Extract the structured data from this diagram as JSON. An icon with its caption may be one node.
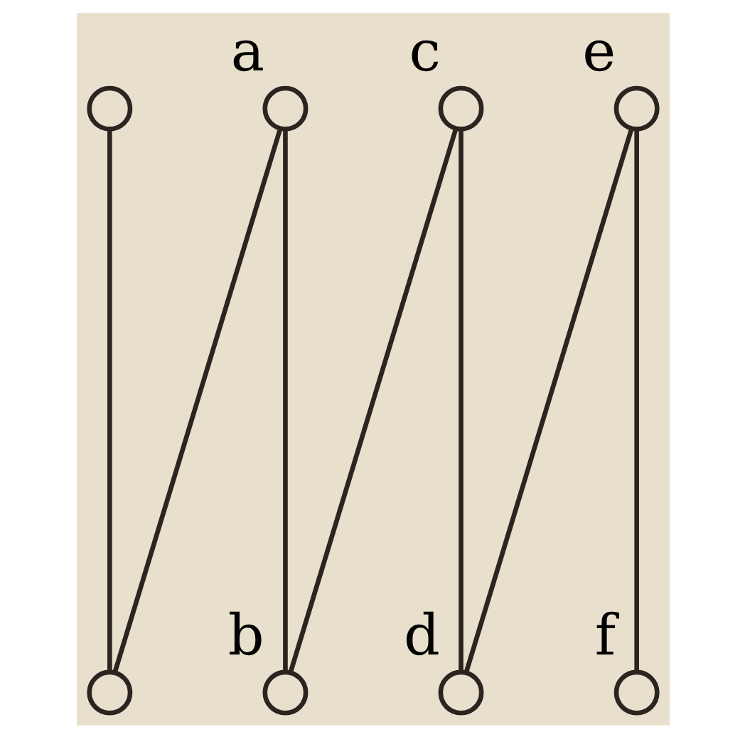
{
  "diagram": {
    "nodes": [
      {
        "text": [],
        "shape": "circle"
      },
      {
        "text": [],
        "shape": "circle"
      },
      {
        "text": [],
        "shape": "circle",
        "beside": [
          "a"
        ]
      },
      {
        "text": [],
        "shape": "circle",
        "beside": [
          "b"
        ]
      },
      {
        "text": [],
        "shape": "circle",
        "beside": [
          "c"
        ]
      },
      {
        "text": [],
        "shape": "circle",
        "beside": [
          "d"
        ]
      },
      {
        "text": [],
        "shape": "circle",
        "beside": [
          "e"
        ]
      },
      {
        "text": [],
        "shape": "circle",
        "beside": [
          "f"
        ]
      }
    ],
    "edges": [
      {
        "from": 0,
        "to": 1,
        "arrow": "none"
      },
      {
        "from": 1,
        "to": 2,
        "arrow": "none"
      },
      {
        "from": 2,
        "to": 3,
        "arrow": "none"
      },
      {
        "from": 3,
        "to": 4,
        "arrow": "none"
      },
      {
        "from": 4,
        "to": 5,
        "arrow": "none"
      },
      {
        "from": 5,
        "to": 6,
        "arrow": "none"
      },
      {
        "from": 6,
        "to": 7,
        "arrow": "none"
      }
    ]
  }
}
